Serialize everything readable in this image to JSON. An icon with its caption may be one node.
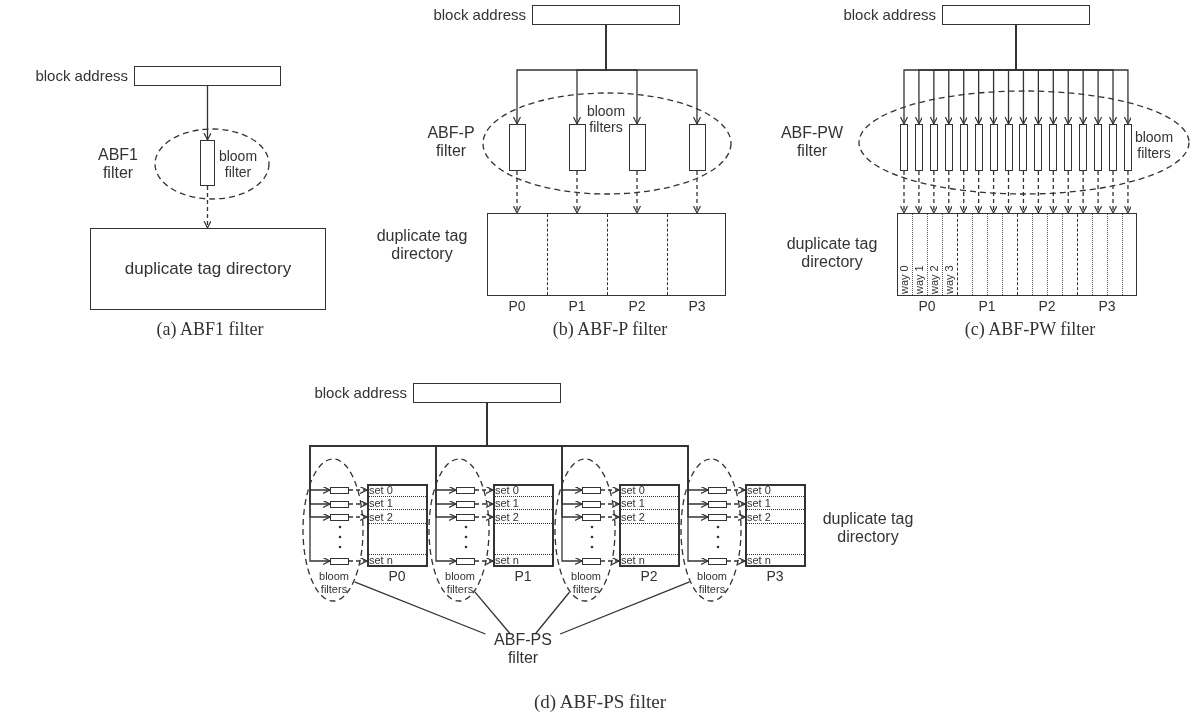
{
  "diagram": {
    "nodes": [
      {
        "text": [
          "block address"
        ]
      },
      {
        "text": [
          "ABF1 filter",
          "bloom filter"
        ]
      },
      {
        "text": [],
        "shape": "bar",
        "in": 1
      },
      {
        "text": [
          "duplicate tag directory"
        ]
      },
      {
        "text": [
          "block address"
        ]
      },
      {
        "text": [
          "ABF-P filter",
          "bloom filters"
        ]
      },
      {
        "text": [],
        "shape": "bar",
        "in": 5
      },
      {
        "text": [],
        "shape": "bar",
        "in": 5
      },
      {
        "text": [],
        "shape": "bar",
        "in": 5
      },
      {
        "text": [],
        "shape": "bar",
        "in": 5
      },
      {
        "text": [
          "duplicate tag directory"
        ]
      },
      {
        "text": [
          "block address"
        ]
      },
      {
        "text": [
          "ABF-PW filter",
          "bloom filters"
        ]
      },
      {
        "text": [],
        "shape": "bar",
        "in": 12
      },
      {
        "text": [],
        "shape": "bar",
        "in": 12
      },
      {
        "text": [],
        "shape": "bar",
        "in": 12
      },
      {
        "text": [],
        "shape": "bar",
        "in": 12
      },
      {
        "text": [],
        "shape": "bar",
        "in": 12
      },
      {
        "text": [],
        "shape": "bar",
        "in": 12
      },
      {
        "text": [],
        "shape": "bar",
        "in": 12
      },
      {
        "text": [],
        "shape": "bar",
        "in": 12
      },
      {
        "text": [],
        "shape": "bar",
        "in": 12
      },
      {
        "text": [],
        "shape": "bar",
        "in": 12
      },
      {
        "text": [],
        "shape": "bar",
        "in": 12
      },
      {
        "text": [],
        "shape": "bar",
        "in": 12
      },
      {
        "text": [],
        "shape": "bar",
        "in": 12
      },
      {
        "text": [],
        "shape": "bar",
        "in": 12
      },
      {
        "text": [],
        "shape": "bar",
        "in": 12
      },
      {
        "text": [],
        "shape": "bar",
        "in": 12
      },
      {
        "text": [
          "duplicate tag directory"
        ]
      },
      {
        "text": [
          "block address"
        ]
      },
      {
        "text": [
          "bloom filters"
        ]
      },
      {
        "text": [],
        "shape": "bar",
        "in": 31
      },
      {
        "text": [],
        "shape": "bar",
        "in": 31
      },
      {
        "text": [],
        "shape": "bar",
        "in": 31
      },
      {
        "text": [],
        "shape": "bar",
        "in": 31
      },
      {
        "text": [],
        "shape": "box"
      },
      {
        "text": [
          "set 0"
        ],
        "in": 36
      },
      {
        "text": [
          "set 1"
        ],
        "in": 36
      },
      {
        "text": [
          "set 2"
        ],
        "in": 36
      },
      {
        "text": [
          "set n"
        ],
        "in": 36
      },
      {
        "text": [
          "bloom filters"
        ]
      },
      {
        "text": [],
        "shape": "bar",
        "in": 41
      },
      {
        "text": [],
        "shape": "bar",
        "in": 41
      },
      {
        "text": [],
        "shape": "bar",
        "in": 41
      },
      {
        "text": [],
        "shape": "bar",
        "in": 41
      },
      {
        "text": [],
        "shape": "box"
      },
      {
        "text": [
          "set 0"
        ],
        "in": 46
      },
      {
        "text": [
          "set 1"
        ],
        "in": 46
      },
      {
        "text": [
          "set 2"
        ],
        "in": 46
      },
      {
        "text": [
          "set n"
        ],
        "in": 46
      },
      {
        "text": [
          "bloom filters"
        ]
      },
      {
        "text": [],
        "shape": "bar",
        "in": 51
      },
      {
        "text": [],
        "shape": "bar",
        "in": 51
      },
      {
        "text": [],
        "shape": "bar",
        "in": 51
      },
      {
        "text": [],
        "shape": "bar",
        "in": 51
      },
      {
        "text": [],
        "shape": "box"
      },
      {
        "text": [
          "set 0"
        ],
        "in": 56
      },
      {
        "text": [
          "set 1"
        ],
        "in": 56
      },
      {
        "text": [
          "set 2"
        ],
        "in": 56
      },
      {
        "text": [
          "set n"
        ],
        "in": 56
      },
      {
        "text": [
          "bloom filters"
        ]
      },
      {
        "text": [],
        "shape": "bar",
        "in": 61
      },
      {
        "text": [],
        "shape": "bar",
        "in": 61
      },
      {
        "text": [],
        "shape": "bar",
        "in": 61
      },
      {
        "text": [],
        "shape": "bar",
        "in": 61
      },
      {
        "text": [],
        "shape": "box"
      },
      {
        "text": [
          "set 0"
        ],
        "in": 66
      },
      {
        "text": [
          "set 1"
        ],
        "in": 66
      },
      {
        "text": [
          "set 2"
        ],
        "in": 66
      },
      {
        "text": [
          "set n"
        ],
        "in": 66
      },
      {
        "text": [
          "ABF-PS filter"
        ]
      }
    ],
    "edges": [
      {
        "from": 0,
        "to": 2,
        "arrow": "to"
      },
      {
        "from": 2,
        "to": 3,
        "arrow": "to",
        "style": "dashed"
      },
      {
        "from": 4,
        "to": 6,
        "arrow": "to"
      },
      {
        "from": 4,
        "to": 7,
        "arrow": "to"
      },
      {
        "from": 4,
        "to": 8,
        "arrow": "to"
      },
      {
        "from": 4,
        "to": 9,
        "arrow": "to"
      },
      {
        "from": 6,
        "to": 10,
        "arrow": "to",
        "style": "dashed"
      },
      {
        "from": 7,
        "to": 10,
        "arrow": "to",
        "style": "dashed"
      },
      {
        "from": 8,
        "to": 10,
        "arrow": "to",
        "style": "dashed"
      },
      {
        "from": 9,
        "to": 10,
        "arrow": "to",
        "style": "dashed"
      },
      {
        "from": 11,
        "to": 13,
        "arrow": "to"
      },
      {
        "from": 11,
        "to": 14,
        "arrow": "to"
      },
      {
        "from": 11,
        "to": 15,
        "arrow": "to"
      },
      {
        "from": 11,
        "to": 16,
        "arrow": "to"
      },
      {
        "from": 11,
        "to": 17,
        "arrow": "to"
      },
      {
        "from": 11,
        "to": 18,
        "arrow": "to"
      },
      {
        "from": 11,
        "to": 19,
        "arrow": "to"
      },
      {
        "from": 11,
        "to": 20,
        "arrow": "to"
      },
      {
        "from": 11,
        "to": 21,
        "arrow": "to"
      },
      {
        "from": 11,
        "to": 22,
        "arrow": "to"
      },
      {
        "from": 11,
        "to": 23,
        "arrow": "to"
      },
      {
        "from": 11,
        "to": 24,
        "arrow": "to"
      },
      {
        "from": 11,
        "to": 25,
        "arrow": "to"
      },
      {
        "from": 11,
        "to": 26,
        "arrow": "to"
      },
      {
        "from": 11,
        "to": 27,
        "arrow": "to"
      },
      {
        "from": 11,
        "to": 28,
        "arrow": "to"
      },
      {
        "from": 13,
        "to": 29,
        "arrow": "to",
        "style": "dashed"
      },
      {
        "from": 14,
        "to": 29,
        "arrow": "to",
        "style": "dashed"
      },
      {
        "from": 15,
        "to": 29,
        "arrow": "to",
        "style": "dashed"
      },
      {
        "from": 16,
        "to": 29,
        "arrow": "to",
        "style": "dashed"
      },
      {
        "from": 17,
        "to": 29,
        "arrow": "to",
        "style": "dashed"
      },
      {
        "from": 18,
        "to": 29,
        "arrow": "to",
        "style": "dashed"
      },
      {
        "from": 19,
        "to": 29,
        "arrow": "to",
        "style": "dashed"
      },
      {
        "from": 20,
        "to": 29,
        "arrow": "to",
        "style": "dashed"
      },
      {
        "from": 21,
        "to": 29,
        "arrow": "to",
        "style": "dashed"
      },
      {
        "from": 22,
        "to": 29,
        "arrow": "to",
        "style": "dashed"
      },
      {
        "from": 23,
        "to": 29,
        "arrow": "to",
        "style": "dashed"
      },
      {
        "from": 24,
        "to": 29,
        "arrow": "to",
        "style": "dashed"
      },
      {
        "from": 25,
        "to": 29,
        "arrow": "to",
        "style": "dashed"
      },
      {
        "from": 26,
        "to": 29,
        "arrow": "to",
        "style": "dashed"
      },
      {
        "from": 27,
        "to": 29,
        "arrow": "to",
        "style": "dashed"
      },
      {
        "from": 28,
        "to": 29,
        "arrow": "to",
        "style": "dashed"
      },
      {
        "from": 30,
        "to": 32,
        "arrow": "to"
      },
      {
        "from": 30,
        "to": 33,
        "arrow": "to"
      },
      {
        "from": 30,
        "to": 34,
        "arrow": "to"
      },
      {
        "from": 30,
        "to": 35,
        "arrow": "to"
      },
      {
        "from": 32,
        "to": 37,
        "arrow": "to",
        "style": "dashed"
      },
      {
        "from": 33,
        "to": 38,
        "arrow": "to",
        "style": "dashed"
      },
      {
        "from": 34,
        "to": 39,
        "arrow": "to",
        "style": "dashed"
      },
      {
        "from": 35,
        "to": 40,
        "arrow": "to",
        "style": "dashed"
      },
      {
        "from": 30,
        "to": 42,
        "arrow": "to"
      },
      {
        "from": 30,
        "to": 43,
        "arrow": "to"
      },
      {
        "from": 30,
        "to": 44,
        "arrow": "to"
      },
      {
        "from": 30,
        "to": 45,
        "arrow": "to"
      },
      {
        "from": 42,
        "to": 47,
        "arrow": "to",
        "style": "dashed"
      },
      {
        "from": 43,
        "to": 48,
        "arrow": "to",
        "style": "dashed"
      },
      {
        "from": 44,
        "to": 49,
        "arrow": "to",
        "style": "dashed"
      },
      {
        "from": 45,
        "to": 50,
        "arrow": "to",
        "style": "dashed"
      },
      {
        "from": 30,
        "to": 52,
        "arrow": "to"
      },
      {
        "from": 30,
        "to": 53,
        "arrow": "to"
      },
      {
        "from": 30,
        "to": 54,
        "arrow": "to"
      },
      {
        "from": 30,
        "to": 55,
        "arrow": "to"
      },
      {
        "from": 52,
        "to": 57,
        "arrow": "to",
        "style": "dashed"
      },
      {
        "from": 53,
        "to": 58,
        "arrow": "to",
        "style": "dashed"
      },
      {
        "from": 54,
        "to": 59,
        "arrow": "to",
        "style": "dashed"
      },
      {
        "from": 55,
        "to": 60,
        "arrow": "to",
        "style": "dashed"
      },
      {
        "from": 30,
        "to": 62,
        "arrow": "to"
      },
      {
        "from": 30,
        "to": 63,
        "arrow": "to"
      },
      {
        "from": 30,
        "to": 64,
        "arrow": "to"
      },
      {
        "from": 30,
        "to": 65,
        "arrow": "to"
      },
      {
        "from": 62,
        "to": 67,
        "arrow": "to",
        "style": "dashed"
      },
      {
        "from": 63,
        "to": 68,
        "arrow": "to",
        "style": "dashed"
      },
      {
        "from": 64,
        "to": 69,
        "arrow": "to",
        "style": "dashed"
      },
      {
        "from": 65,
        "to": 70,
        "arrow": "to",
        "style": "dashed"
      },
      {
        "from": 71,
        "to": 31,
        "arrow": "none"
      },
      {
        "from": 71,
        "to": 41,
        "arrow": "none"
      },
      {
        "from": 71,
        "to": 51,
        "arrow": "none"
      },
      {
        "from": 71,
        "to": 61,
        "arrow": "none"
      }
    ],
    "labels": [
      "P0",
      "P1",
      "P2",
      "P3",
      "way 0",
      "way 1",
      "way 2",
      "way 3",
      "P0",
      "P1",
      "P2",
      "P3",
      "(a) ABF1 filter",
      "(b) ABF-P filter",
      "(c) ABF-PW filter",
      "duplicate tag directory",
      "P0",
      "P1",
      "P2",
      "P3",
      "(d) ABF-PS filter"
    ]
  }
}
